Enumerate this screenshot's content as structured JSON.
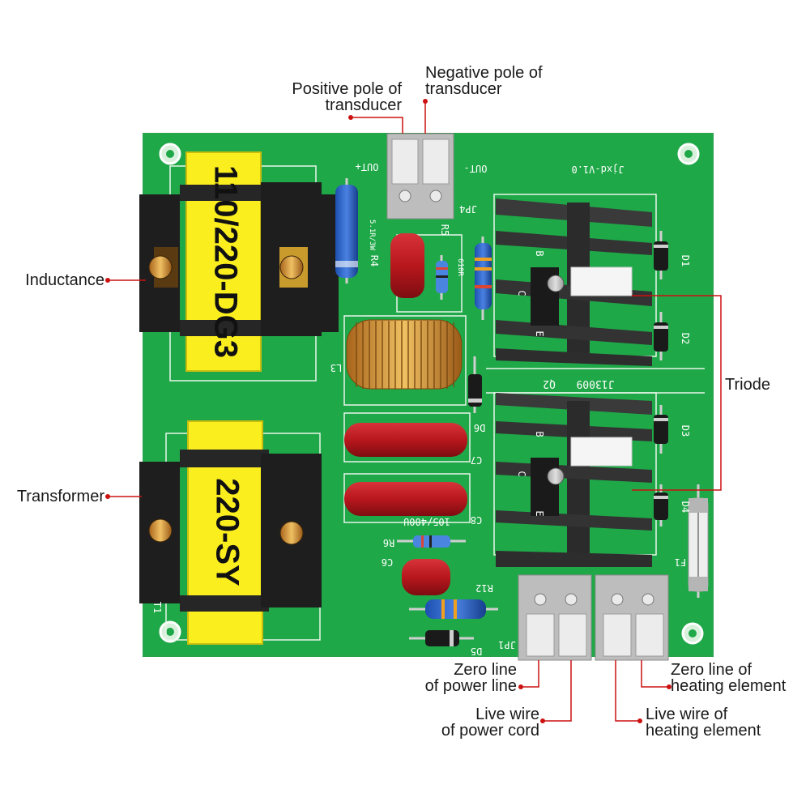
{
  "callouts": {
    "positive_pole": [
      "Positive pole of",
      "transducer"
    ],
    "negative_pole": [
      "Negative pole of",
      "transducer"
    ],
    "inductance": "Inductance",
    "transformer": "Transformer",
    "triode": "Triode",
    "zero_power": [
      "Zero line",
      "of power line"
    ],
    "live_power": [
      "Live wire",
      "of power cord"
    ],
    "zero_heating": [
      "Zero line of",
      "heating element"
    ],
    "live_heating": [
      "Live wire of",
      "heating element"
    ]
  },
  "silkscreen": {
    "board_version": "Jjxd-V1.0",
    "out_plus": "OUT+",
    "out_minus": "OUT-",
    "jp4": "JP4",
    "r4": "R4",
    "r4_value": "5.1R/3W",
    "r5": "R5",
    "r_610": "610R",
    "transistor_name": "J13009",
    "q2": "Q2",
    "d1": "D1",
    "d2": "D2",
    "d3": "D3",
    "d4": "D4",
    "d6": "D6",
    "c7": "C7",
    "c8": "C8",
    "c8_value": "105/400U",
    "c6": "C6",
    "r6": "R6",
    "r12": "R12",
    "jp1": "JP1",
    "d5": "D5",
    "f1": "F1",
    "t1": "T1",
    "l3": "L3",
    "pin_b": "B",
    "pin_c": "C",
    "pin_e": "E"
  },
  "transformer_labels": {
    "top": "110/220-DG3",
    "bottom": "220-SY"
  },
  "colors": {
    "board": "#1fa848",
    "label_bg": "#fbee1f",
    "callout_line": "#cc1111",
    "capacitor": "#b8171d",
    "heatsink": "#2b2b2b"
  }
}
